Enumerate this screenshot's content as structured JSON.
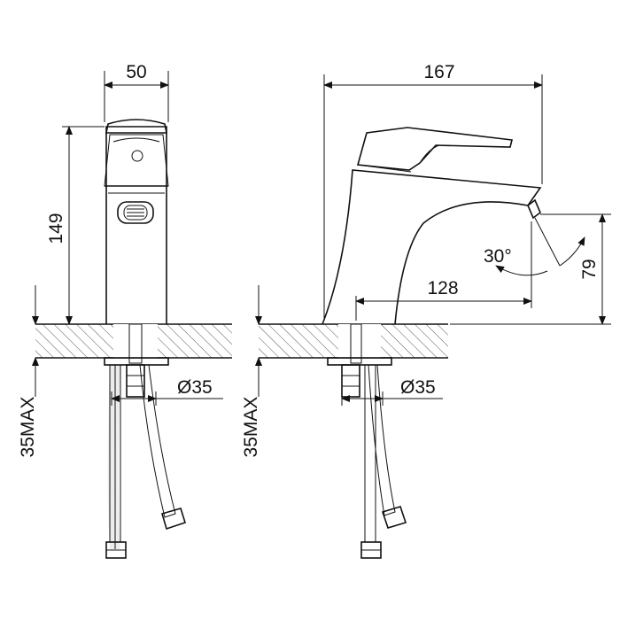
{
  "drawing": {
    "front_view": {
      "width_label": "50",
      "height_label": "149",
      "diameter_label": "Ø35",
      "max_thickness_label": "35MAX"
    },
    "side_view": {
      "overall_length_label": "167",
      "reach_label": "128",
      "angle_label": "30°",
      "spout_height_label": "79",
      "diameter_label": "Ø35",
      "max_thickness_label": "35MAX"
    }
  },
  "colors": {
    "line": "#111111",
    "background": "#ffffff"
  }
}
